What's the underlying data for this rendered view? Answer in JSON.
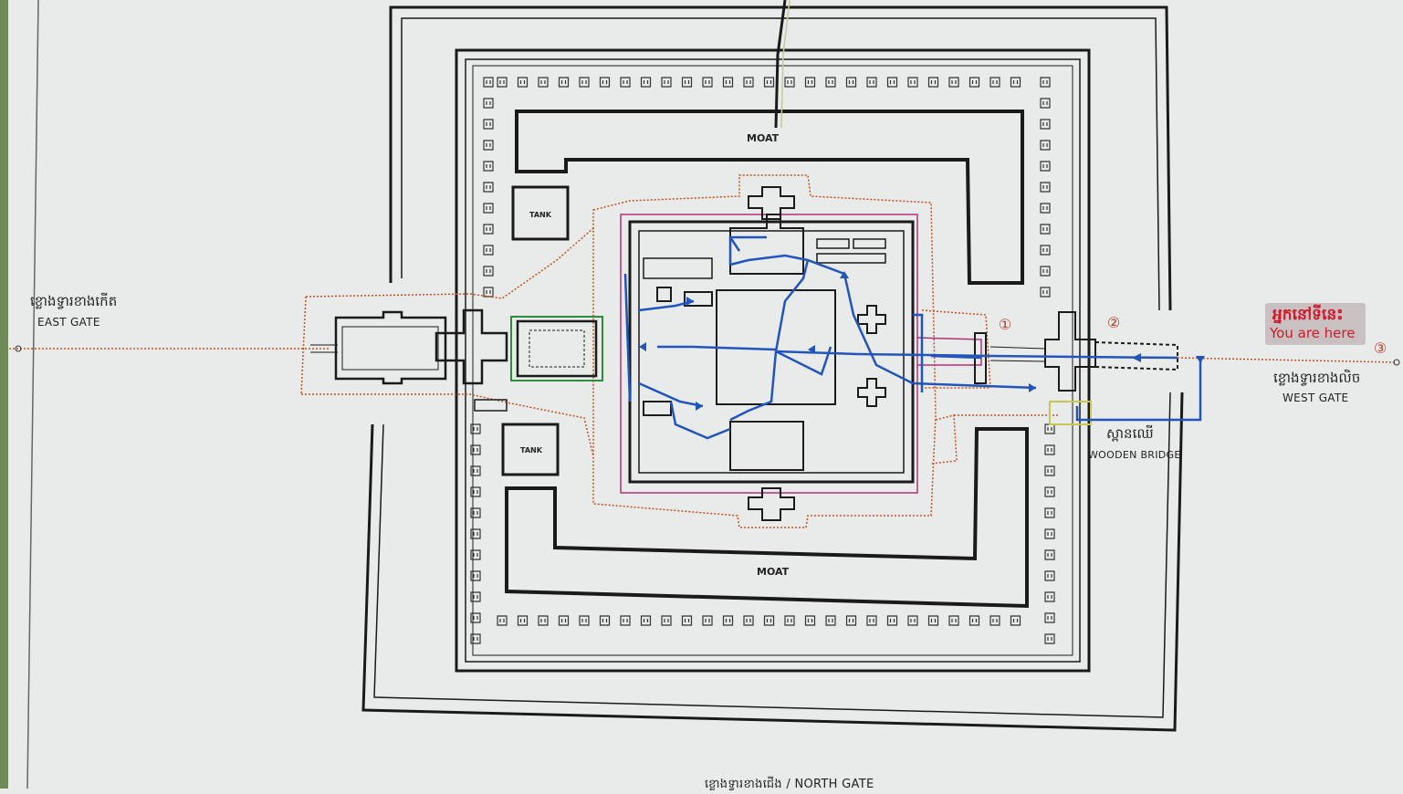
{
  "labels": {
    "east_gate_khmer": "ខ្លោងទ្វារខាងកើត",
    "east_gate": "EAST GATE",
    "west_gate_khmer": "ខ្លោងទ្វារខាងលិច",
    "west_gate": "WEST GATE",
    "wooden_bridge_khmer": "ស្ពានឈើ",
    "wooden_bridge": "WOODEN BRIDGE",
    "moat_top": "MOAT",
    "moat_bottom": "MOAT",
    "tank_top": "TANK",
    "tank_bottom": "TANK",
    "north_gate": "ខ្លោងទ្វារខាងជើង / NORTH GATE"
  },
  "you_are_here": {
    "khmer": "អ្នកនៅទីនេះ",
    "english": "You are here"
  },
  "markers": [
    "①",
    "②",
    "③"
  ],
  "colors": {
    "walls": "#1a1a1a",
    "route": "#2255bb",
    "dotted_path": "#c0521c",
    "gallery_outline": "#b0337a",
    "terrace_outline": "#2e8b3a",
    "bridge_highlight": "#c8c850",
    "you_are_here": "#d0192b"
  }
}
